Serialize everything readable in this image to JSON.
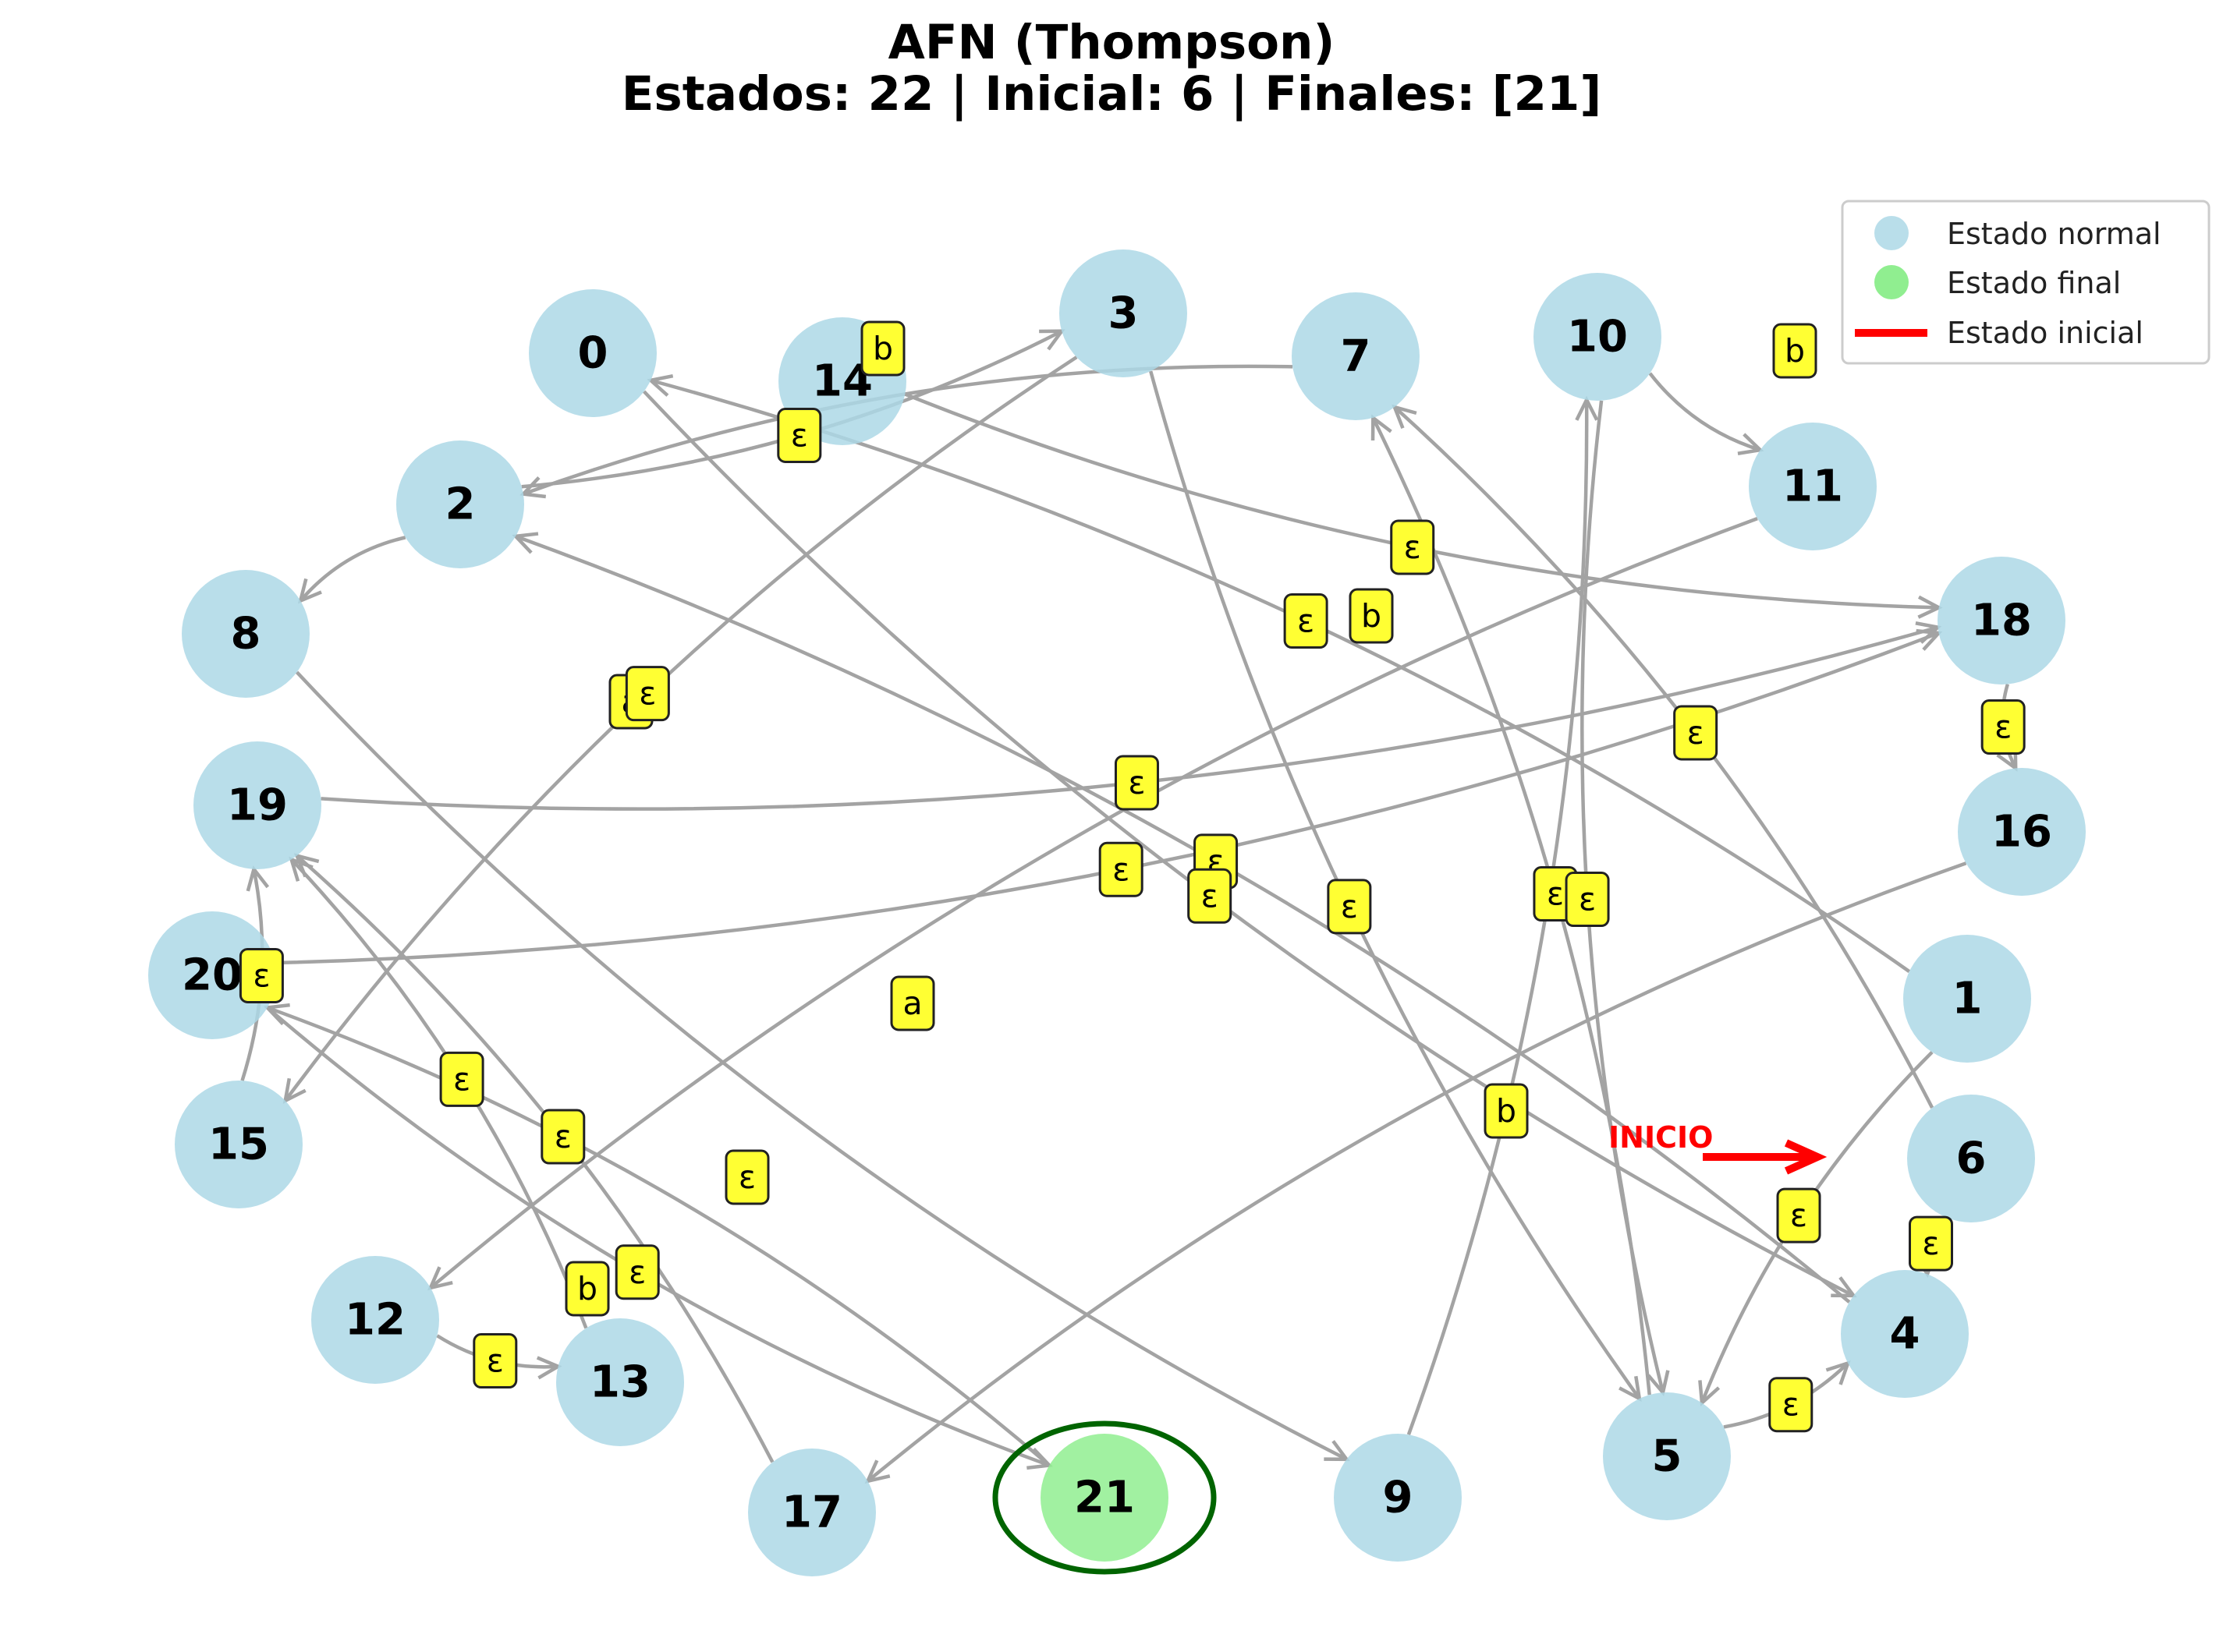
{
  "title": {
    "line1": "AFN (Thompson)",
    "line2": "Estados: 22 | Inicial: 6 | Finales: [21]"
  },
  "colors": {
    "normal": "#add8e6",
    "final": "#90ee90",
    "final_ring": "#006400",
    "start_arrow": "#ff0000",
    "edge": "#a3a3a3",
    "edge_label_bg": "#ffff33"
  },
  "legend": {
    "items": [
      {
        "label": "Estado normal",
        "marker": "circle",
        "color": "#add8e6"
      },
      {
        "label": "Estado final",
        "marker": "circle",
        "color": "#90ee90"
      },
      {
        "label": "Estado inicial",
        "marker": "line",
        "color": "#ff0000"
      }
    ]
  },
  "start_label": "INICIO",
  "states": [
    {
      "id": "0",
      "final": false
    },
    {
      "id": "1",
      "final": false
    },
    {
      "id": "2",
      "final": false
    },
    {
      "id": "3",
      "final": false
    },
    {
      "id": "4",
      "final": false
    },
    {
      "id": "5",
      "final": false
    },
    {
      "id": "6",
      "final": false
    },
    {
      "id": "7",
      "final": false
    },
    {
      "id": "8",
      "final": false
    },
    {
      "id": "9",
      "final": false
    },
    {
      "id": "10",
      "final": false
    },
    {
      "id": "11",
      "final": false
    },
    {
      "id": "12",
      "final": false
    },
    {
      "id": "13",
      "final": false
    },
    {
      "id": "14",
      "final": false
    },
    {
      "id": "15",
      "final": false
    },
    {
      "id": "16",
      "final": false
    },
    {
      "id": "17",
      "final": false
    },
    {
      "id": "18",
      "final": false
    },
    {
      "id": "19",
      "final": false
    },
    {
      "id": "20",
      "final": false
    },
    {
      "id": "21",
      "final": true
    }
  ],
  "transitions": [
    {
      "from": "10",
      "to": "11",
      "symbol": "b"
    },
    {
      "from": "14",
      "to": "18",
      "symbol": "ε"
    },
    {
      "from": "2",
      "to": "3",
      "symbol": "ε"
    },
    {
      "from": "7",
      "to": "2",
      "symbol": "b"
    },
    {
      "from": "2",
      "to": "8",
      "symbol": "a"
    },
    {
      "from": "3",
      "to": "15",
      "symbol": "ε"
    },
    {
      "from": "15",
      "to": "19",
      "symbol": "ε"
    },
    {
      "from": "1",
      "to": "0",
      "symbol": "ε"
    },
    {
      "from": "4",
      "to": "2",
      "symbol": "ε"
    },
    {
      "from": "0",
      "to": "4",
      "symbol": "ε"
    },
    {
      "from": "3",
      "to": "5",
      "symbol": "ε"
    },
    {
      "from": "11",
      "to": "12",
      "symbol": "b"
    },
    {
      "from": "12",
      "to": "13",
      "symbol": "ε"
    },
    {
      "from": "13",
      "to": "19",
      "symbol": "ε"
    },
    {
      "from": "17",
      "to": "19",
      "symbol": "ε"
    },
    {
      "from": "19",
      "to": "18",
      "symbol": "ε"
    },
    {
      "from": "20",
      "to": "18",
      "symbol": "ε"
    },
    {
      "from": "21",
      "to": "20",
      "symbol": "b"
    },
    {
      "from": "20",
      "to": "21",
      "symbol": "ε"
    },
    {
      "from": "8",
      "to": "9",
      "symbol": "ε"
    },
    {
      "from": "16",
      "to": "17",
      "symbol": "a"
    },
    {
      "from": "9",
      "to": "10",
      "symbol": "b"
    },
    {
      "from": "5",
      "to": "7",
      "symbol": "ε"
    },
    {
      "from": "6",
      "to": "7",
      "symbol": "ε"
    },
    {
      "from": "10",
      "to": "5",
      "symbol": "ε"
    },
    {
      "from": "1",
      "to": "5",
      "symbol": "ε"
    },
    {
      "from": "5",
      "to": "4",
      "symbol": "ε"
    },
    {
      "from": "6",
      "to": "4",
      "symbol": "ε"
    },
    {
      "from": "18",
      "to": "16",
      "symbol": "ε"
    }
  ]
}
